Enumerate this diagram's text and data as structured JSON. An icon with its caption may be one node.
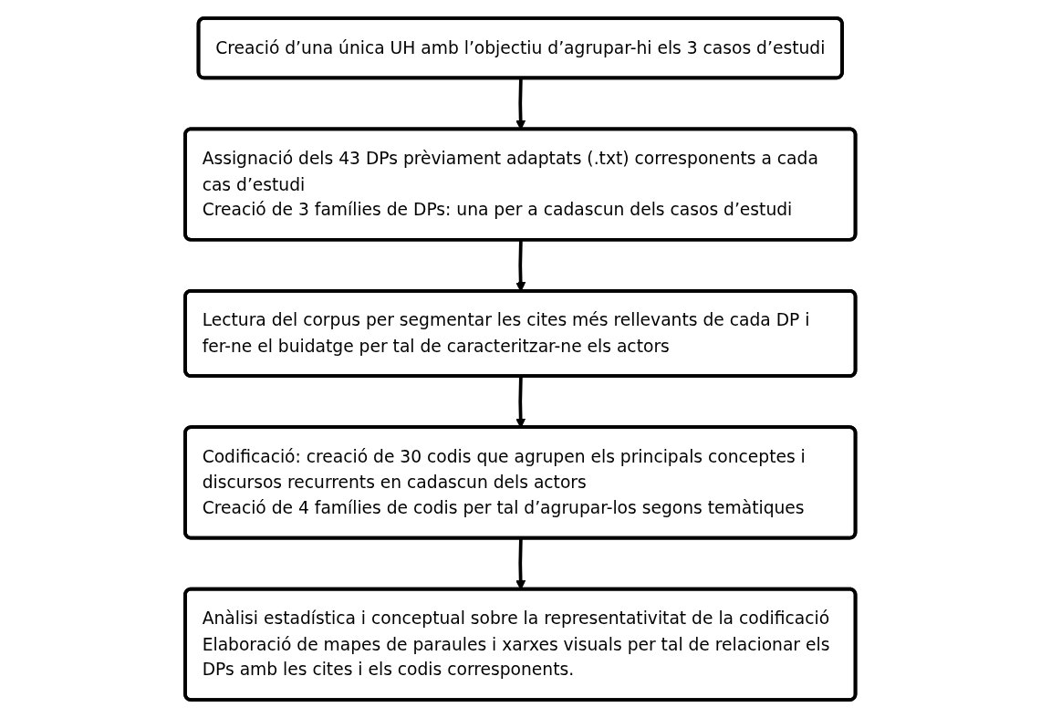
{
  "diagram": {
    "nodes": [
      {
        "text": [
          "Creació d’una única UH amb l’objectiu d’agrupar-hi els 3 casos d’estudi"
        ]
      },
      {
        "text": [
          "Assignació dels 43 DPs prèviament adaptats (.txt) corresponents a cada cas d’estudi",
          "Creació de 3 famílies de DPs: una per a cadascun dels casos d’estudi"
        ]
      },
      {
        "text": [
          "Lectura del corpus per segmentar les cites més rellevants de cada DP i fer-ne el buidatge per tal de caracteritzar-ne els actors"
        ]
      },
      {
        "text": [
          "Codificació: creació de 30 codis que agrupen els principals conceptes i discursos recurrents en cadascun dels actors",
          "Creació de 4 famílies de codis per tal d’agrupar-los segons temàtiques"
        ]
      },
      {
        "text": [
          "Anàlisi estadística i conceptual sobre la representativitat de la codificació",
          "Elaboració de mapes de paraules i xarxes visuals per tal de relacionar els DPs amb les cites i els codis corresponents."
        ]
      }
    ],
    "edges": [
      {
        "from": 0,
        "to": 1,
        "arrow": "to"
      },
      {
        "from": 1,
        "to": 2,
        "arrow": "to"
      },
      {
        "from": 2,
        "to": 3,
        "arrow": "to"
      },
      {
        "from": 3,
        "to": 4,
        "arrow": "to"
      }
    ]
  }
}
